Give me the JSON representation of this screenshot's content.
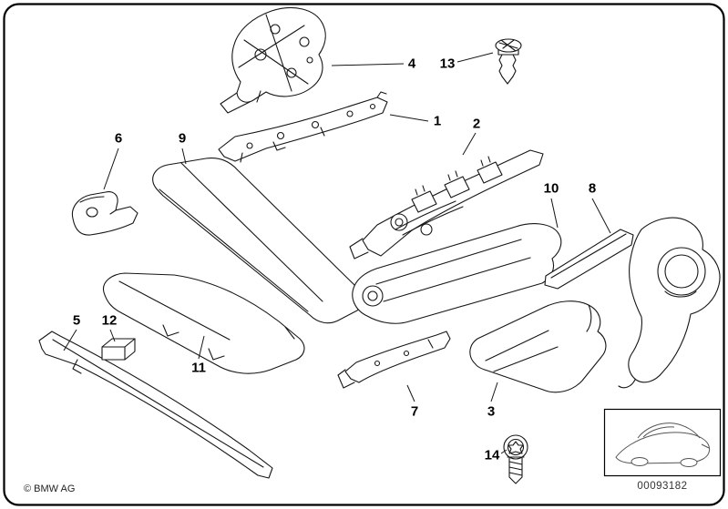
{
  "labels": {
    "l1": "1",
    "l2": "2",
    "l3": "3",
    "l4": "4",
    "l5": "5",
    "l6": "6",
    "l7": "7",
    "l8": "8",
    "l9": "9",
    "l10": "10",
    "l11": "11",
    "l12": "12",
    "l13": "13",
    "l14": "14"
  },
  "footer": {
    "copyright": "© BMW AG",
    "diagram_number": "00093182"
  },
  "colors": {
    "line": "#161616",
    "background": "#ffffff"
  }
}
